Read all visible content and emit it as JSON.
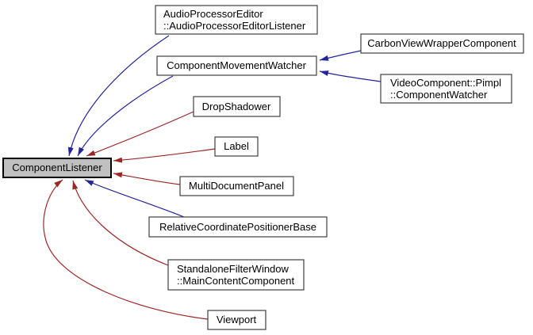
{
  "diagram": {
    "kind": "class-inheritance-graph",
    "colors": {
      "blue_edge": "#24249a",
      "red_edge": "#9c2626",
      "main_node_fill": "#c0c0c0",
      "main_node_border": "#000000",
      "node_fill": "#ffffff",
      "node_border": "#404040",
      "text": "#000000",
      "background": "#ffffff"
    },
    "main_node": {
      "label": "ComponentListener"
    },
    "nodes": [
      {
        "line1": "AudioProcessorEditor",
        "line2": "::AudioProcessorEditorListener"
      },
      {
        "label": "ComponentMovementWatcher"
      },
      {
        "label": "CarbonViewWrapperComponent"
      },
      {
        "line1": "VideoComponent::Pimpl",
        "line2": "::ComponentWatcher"
      },
      {
        "label": "DropShadower"
      },
      {
        "label": "Label"
      },
      {
        "label": "MultiDocumentPanel"
      },
      {
        "label": "RelativeCoordinatePositionerBase"
      },
      {
        "line1": "StandaloneFilterWindow",
        "line2": "::MainContentComponent"
      },
      {
        "label": "Viewport"
      }
    ],
    "edges": [
      {
        "from": "AudioProcessorEditor::AudioProcessorEditorListener",
        "to": "ComponentListener",
        "color": "blue"
      },
      {
        "from": "ComponentMovementWatcher",
        "to": "ComponentListener",
        "color": "blue"
      },
      {
        "from": "DropShadower",
        "to": "ComponentListener",
        "color": "red"
      },
      {
        "from": "Label",
        "to": "ComponentListener",
        "color": "red"
      },
      {
        "from": "MultiDocumentPanel",
        "to": "ComponentListener",
        "color": "red"
      },
      {
        "from": "RelativeCoordinatePositionerBase",
        "to": "ComponentListener",
        "color": "blue"
      },
      {
        "from": "StandaloneFilterWindow::MainContentComponent",
        "to": "ComponentListener",
        "color": "red"
      },
      {
        "from": "Viewport",
        "to": "ComponentListener",
        "color": "red"
      },
      {
        "from": "CarbonViewWrapperComponent",
        "to": "ComponentMovementWatcher",
        "color": "blue"
      },
      {
        "from": "VideoComponent::Pimpl::ComponentWatcher",
        "to": "ComponentMovementWatcher",
        "color": "blue"
      }
    ]
  }
}
